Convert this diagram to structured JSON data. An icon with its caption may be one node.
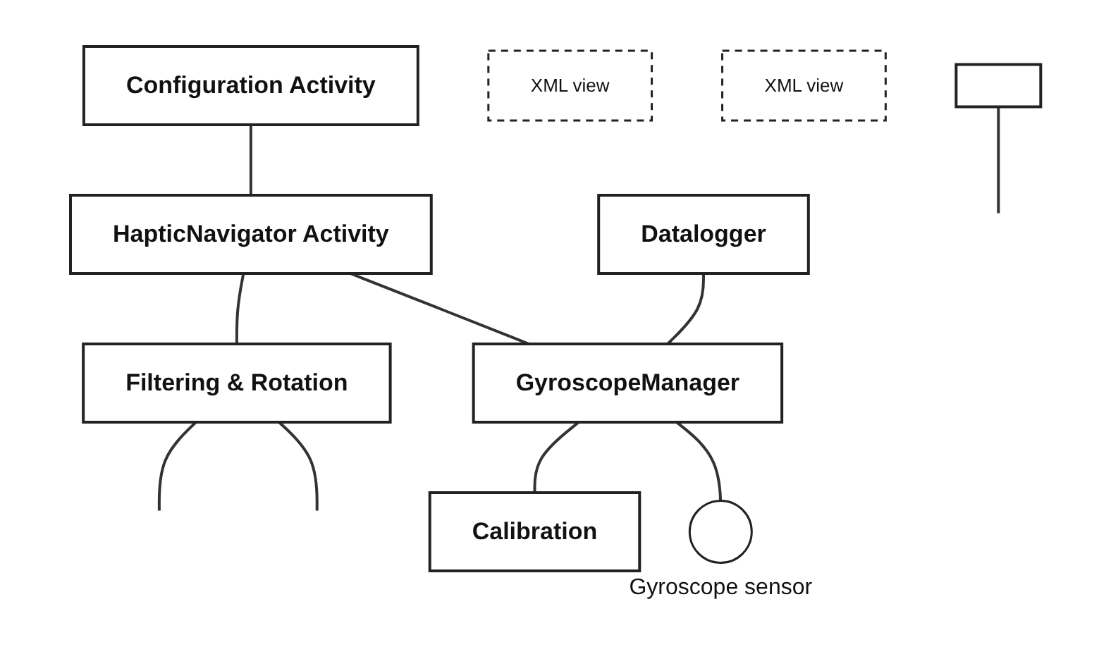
{
  "diagram": {
    "nodes": [
      {
        "text": [
          "Configuration Activity"
        ]
      },
      {
        "text": [
          "XML view"
        ]
      },
      {
        "text": [
          "HapticNavigator Activity"
        ]
      },
      {
        "text": [
          "XML view"
        ]
      },
      {
        "text": [
          "Filtering & Rotation"
        ]
      },
      {
        "text": [],
        "shape": "box"
      },
      {
        "text": [
          "Datalogger"
        ]
      },
      {
        "text": [
          "GyroscopeManager"
        ]
      },
      {
        "text": [
          "Calibration"
        ]
      },
      {
        "text": [],
        "shape": "circle",
        "beside": [
          "Gyroscope sensor"
        ]
      }
    ],
    "edges": [
      {
        "from": 0,
        "to": 2,
        "arrow": "none"
      },
      {
        "from": 2,
        "to": 4,
        "arrow": "none"
      },
      {
        "from": 4,
        "to": null,
        "arrow": "none"
      },
      {
        "from": 4,
        "to": null,
        "arrow": "none"
      },
      {
        "from": 5,
        "to": null,
        "arrow": "none"
      },
      {
        "from": 2,
        "to": 7,
        "arrow": "none"
      },
      {
        "from": 6,
        "to": 7,
        "arrow": "none"
      },
      {
        "from": 7,
        "to": 8,
        "arrow": "none"
      },
      {
        "from": 7,
        "to": 9,
        "arrow": "none"
      }
    ]
  }
}
